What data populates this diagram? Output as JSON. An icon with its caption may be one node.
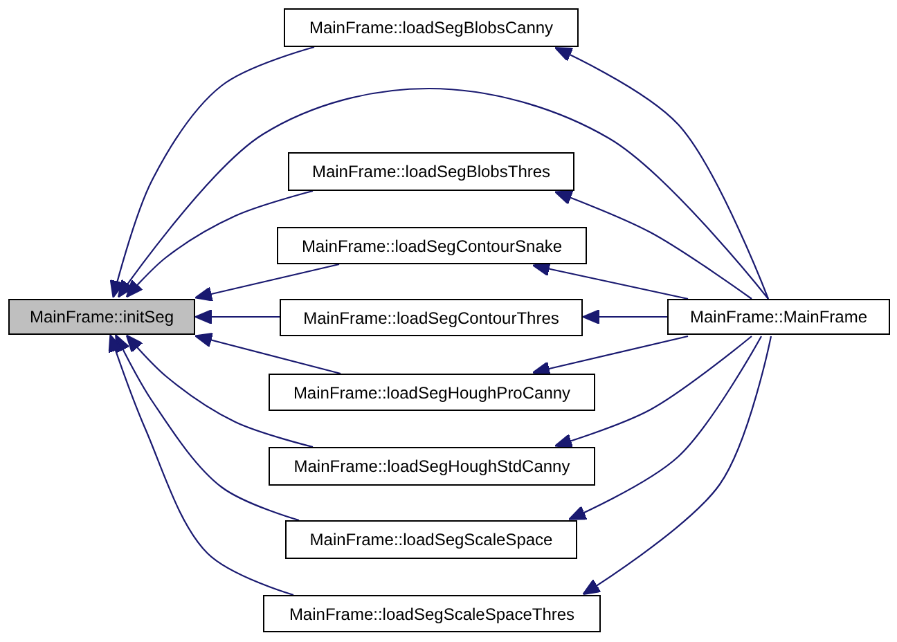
{
  "diagram": {
    "nodes": [
      {
        "text": [
          "MainFrame::initSeg"
        ]
      },
      {
        "text": [
          "MainFrame::loadSegBlobsCanny"
        ]
      },
      {
        "text": [
          "MainFrame::loadSegBlobsThres"
        ]
      },
      {
        "text": [
          "MainFrame::loadSegContourSnake"
        ]
      },
      {
        "text": [
          "MainFrame::loadSegContourThres"
        ]
      },
      {
        "text": [
          "MainFrame::loadSegHoughProCanny"
        ]
      },
      {
        "text": [
          "MainFrame::loadSegHoughStdCanny"
        ]
      },
      {
        "text": [
          "MainFrame::loadSegScaleSpace"
        ]
      },
      {
        "text": [
          "MainFrame::loadSegScaleSpaceThres"
        ]
      },
      {
        "text": [
          "MainFrame::MainFrame"
        ]
      }
    ],
    "edges": [
      {
        "from": 1,
        "to": 0,
        "arrow": "to"
      },
      {
        "from": 2,
        "to": 0,
        "arrow": "to"
      },
      {
        "from": 3,
        "to": 0,
        "arrow": "to"
      },
      {
        "from": 4,
        "to": 0,
        "arrow": "to"
      },
      {
        "from": 5,
        "to": 0,
        "arrow": "to"
      },
      {
        "from": 6,
        "to": 0,
        "arrow": "to"
      },
      {
        "from": 7,
        "to": 0,
        "arrow": "to"
      },
      {
        "from": 8,
        "to": 0,
        "arrow": "to"
      },
      {
        "from": 9,
        "to": 0,
        "arrow": "to"
      },
      {
        "from": 9,
        "to": 1,
        "arrow": "to"
      },
      {
        "from": 9,
        "to": 2,
        "arrow": "to"
      },
      {
        "from": 9,
        "to": 3,
        "arrow": "to"
      },
      {
        "from": 9,
        "to": 4,
        "arrow": "to"
      },
      {
        "from": 9,
        "to": 5,
        "arrow": "to"
      },
      {
        "from": 9,
        "to": 6,
        "arrow": "to"
      },
      {
        "from": 9,
        "to": 7,
        "arrow": "to"
      },
      {
        "from": 9,
        "to": 8,
        "arrow": "to"
      }
    ]
  }
}
